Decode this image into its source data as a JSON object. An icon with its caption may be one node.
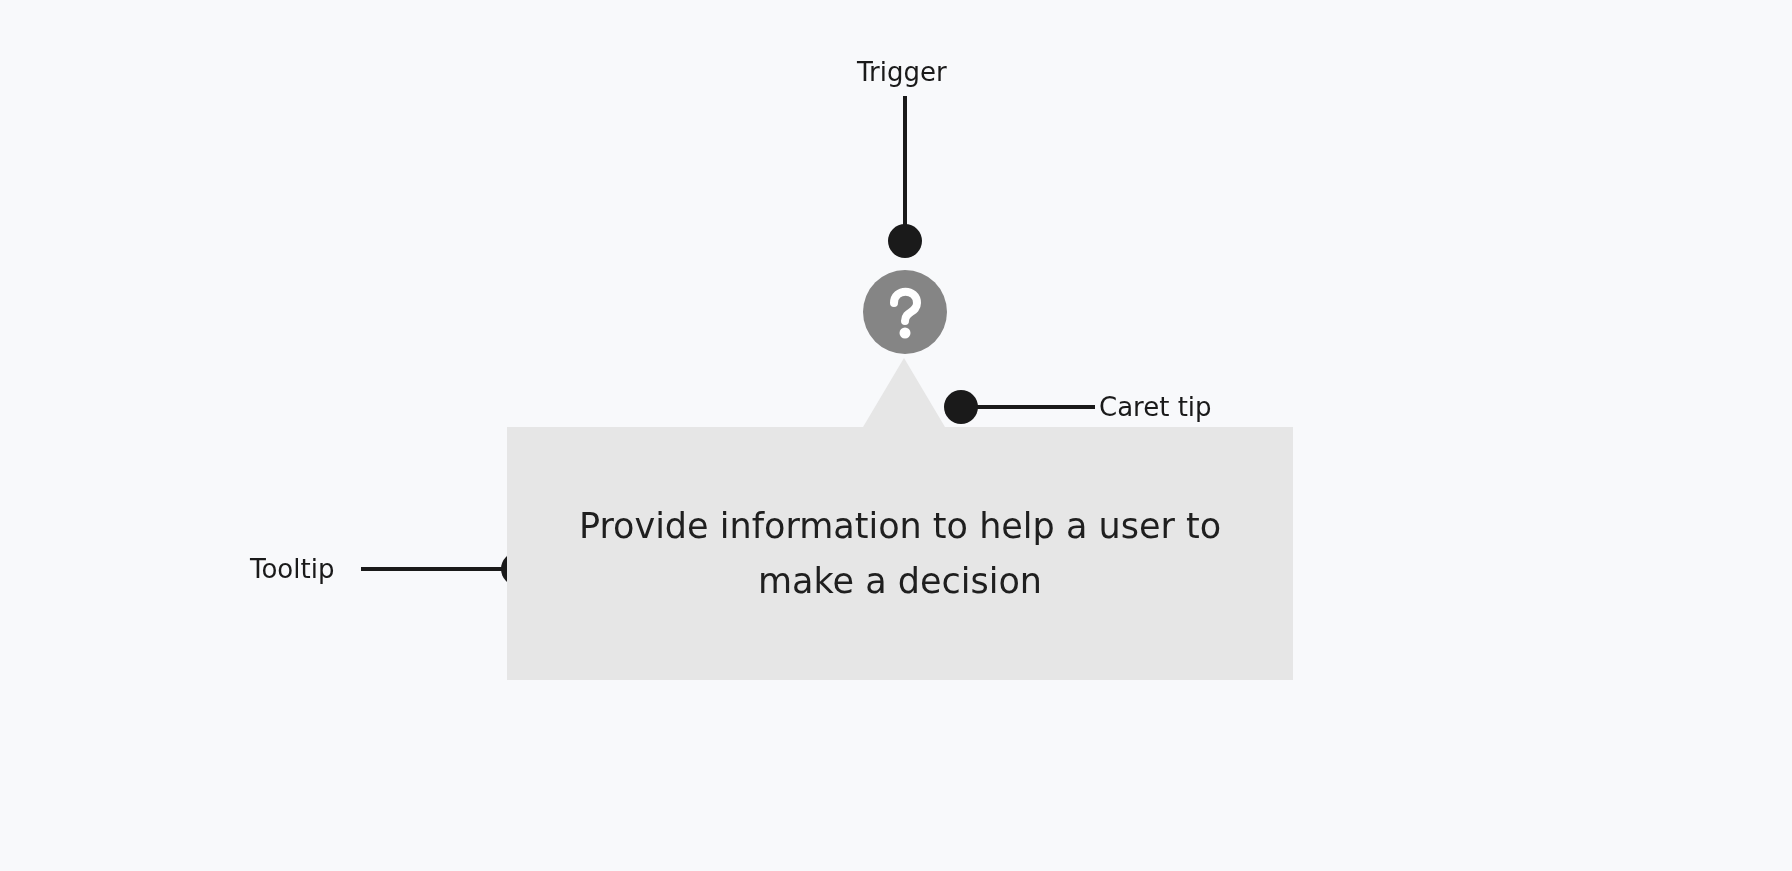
{
  "diagram": {
    "nodes": [
      {
        "text": [
          "Trigger"
        ]
      },
      {
        "text": [],
        "shape": "circle"
      },
      {
        "text": [
          "Caret tip"
        ]
      },
      {
        "text": [],
        "shape": "triangle"
      },
      {
        "text": [
          "Tooltip"
        ]
      },
      {
        "text": [
          "Provide information to help a user to make a decision"
        ]
      }
    ],
    "edges": [
      {
        "from": 0,
        "to": 1,
        "arrow": "other"
      },
      {
        "from": 2,
        "to": 3,
        "arrow": "other"
      },
      {
        "from": 4,
        "to": 5,
        "arrow": "other"
      }
    ]
  }
}
